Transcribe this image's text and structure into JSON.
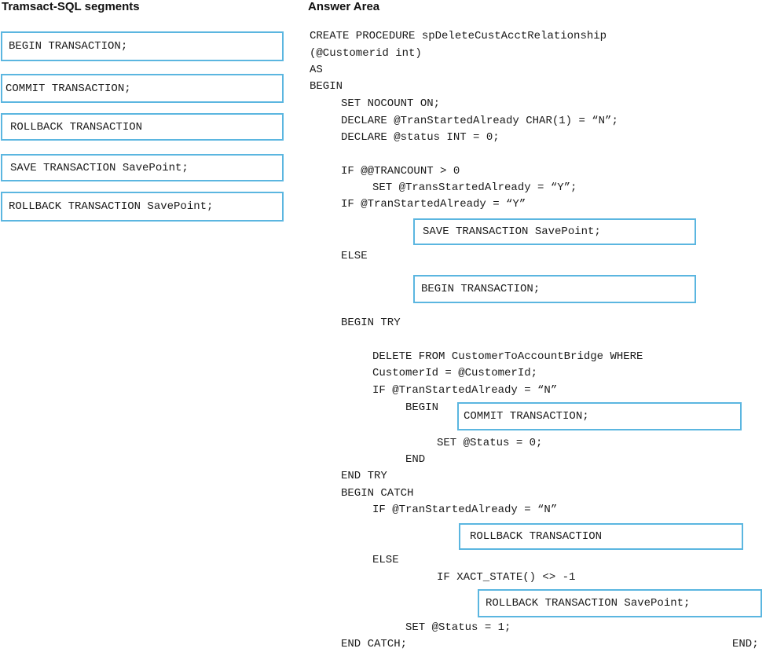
{
  "left_heading": "Tramsact-SQL segments",
  "right_heading": "Answer Area",
  "segments": [
    "BEGIN TRANSACTION;",
    "COMMIT TRANSACTION;",
    "ROLLBACK TRANSACTION",
    "SAVE TRANSACTION SavePoint;",
    "ROLLBACK TRANSACTION SavePoint;"
  ],
  "code": [
    "CREATE PROCEDURE spDeleteCustAcctRelationship",
    "(@Customerid int)",
    "AS",
    "BEGIN",
    "SET NOCOUNT ON;",
    "DECLARE @TranStartedAlready CHAR(1) = “N”;",
    "DECLARE @status INT = 0;",
    "IF @@TRANCOUNT > 0",
    "SET @TransStartedAlready = “Y”;",
    "IF @TranStartedAlready = “Y”",
    "ELSE",
    "BEGIN TRY",
    "DELETE FROM CustomerToAccountBridge WHERE",
    "CustomerId = @CustomerId;",
    "IF @TranStartedAlready = “N”",
    "BEGIN",
    "SET @Status = 0;",
    "END",
    "END TRY",
    "BEGIN CATCH",
    "IF @TranStartedAlready = “N”",
    "ELSE",
    "IF XACT_STATE() <> -1",
    "SET @Status = 1;",
    "END CATCH;",
    "END;"
  ],
  "answer_slots": [
    "SAVE TRANSACTION SavePoint;",
    "BEGIN TRANSACTION;",
    "COMMIT TRANSACTION;",
    "ROLLBACK TRANSACTION",
    "ROLLBACK TRANSACTION SavePoint;"
  ]
}
